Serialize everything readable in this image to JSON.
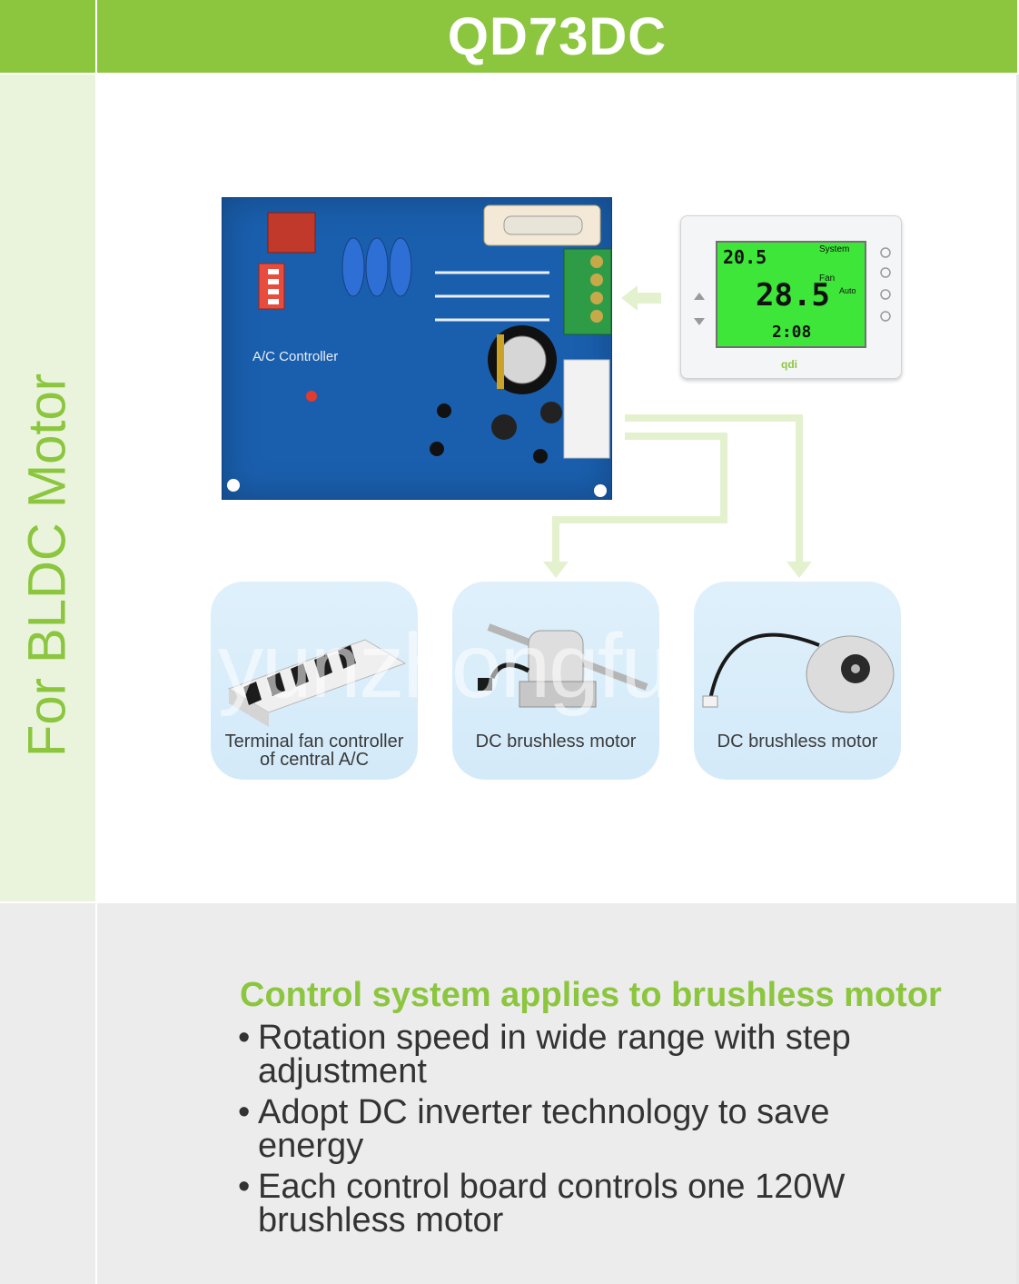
{
  "header": {
    "title": "QD73DC"
  },
  "side": {
    "label": "For BLDC Motor"
  },
  "pcb": {
    "label": "A/C Controller"
  },
  "thermostat": {
    "logo": "qdi",
    "set_temp": "20.5",
    "room_temp": "28.5",
    "time": "2:08",
    "mode_label": "System",
    "fan_label": "Fan",
    "fan_mode": "Auto"
  },
  "products": [
    {
      "caption": "Terminal fan controller\nof central A/C"
    },
    {
      "caption": "DC brushless motor"
    },
    {
      "caption": "DC brushless motor"
    }
  ],
  "watermark": "yunzhongfu",
  "features": {
    "heading": "Control system applies to brushless motor",
    "items": [
      "Rotation speed in wide range with step adjustment",
      "Adopt DC inverter technology to save energy",
      "Each control board controls one 120W brushless motor"
    ]
  },
  "colors": {
    "accent_green": "#8cc63f",
    "pale_green": "#eaf4dc",
    "pcb_blue": "#1a5fae",
    "card_blue": "#d9edfa"
  }
}
